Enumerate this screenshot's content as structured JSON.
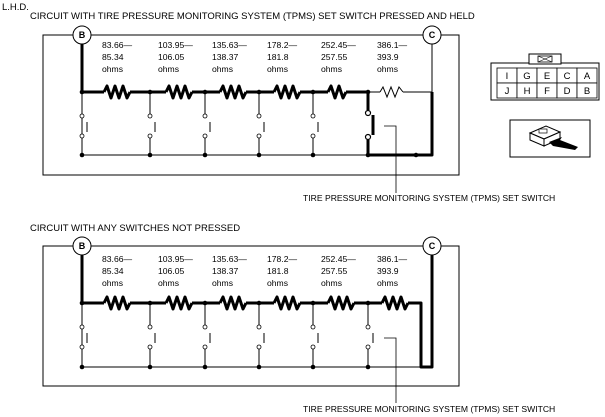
{
  "header_label": "L.H.D.",
  "diagram1": {
    "title": "CIRCUIT WITH TIRE PRESSURE MONITORING SYSTEM (TPMS) SET SWITCH PRESSED AND HELD",
    "node_left": "B",
    "node_right": "C",
    "resistor_values": [
      [
        "83.66—",
        "85.34",
        "ohms"
      ],
      [
        "103.95—",
        "106.05",
        "ohms"
      ],
      [
        "135.63—",
        "138.37",
        "ohms"
      ],
      [
        "178.2—",
        "181.8",
        "ohms"
      ],
      [
        "252.45—",
        "257.55",
        "ohms"
      ],
      [
        "386.1—",
        "393.9",
        "ohms"
      ]
    ],
    "callout": "TIRE PRESSURE MONITORING SYSTEM (TPMS) SET SWITCH"
  },
  "diagram2": {
    "title": "CIRCUIT WITH ANY SWITCHES NOT PRESSED",
    "node_left": "B",
    "node_right": "C",
    "resistor_values": [
      [
        "83.66—",
        "85.34",
        "ohms"
      ],
      [
        "103.95—",
        "106.05",
        "ohms"
      ],
      [
        "135.63—",
        "138.37",
        "ohms"
      ],
      [
        "178.2—",
        "181.8",
        "ohms"
      ],
      [
        "252.45—",
        "257.55",
        "ohms"
      ],
      [
        "386.1—",
        "393.9",
        "ohms"
      ]
    ],
    "callout": "TIRE PRESSURE MONITORING SYSTEM (TPMS) SET SWITCH"
  },
  "connector": {
    "top_row": [
      "I",
      "G",
      "E",
      "C",
      "A"
    ],
    "bottom_row": [
      "J",
      "H",
      "F",
      "D",
      "B"
    ]
  }
}
